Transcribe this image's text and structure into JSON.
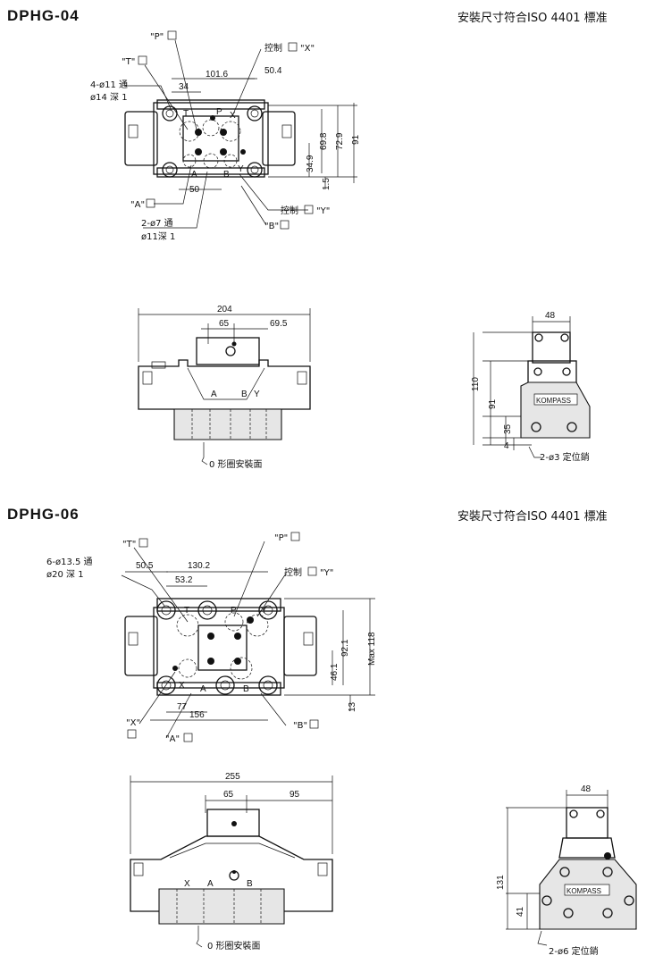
{
  "sections": [
    {
      "title": "DPHG-04",
      "standard": "安裝尺寸符合ISO 4401 標准",
      "top_labels": {
        "p_port": "\"P\"",
        "t_port": "\"T\"",
        "x_control": "控制",
        "x_suffix": "\"X\"",
        "y_control": "控制",
        "y_suffix": "\"Y\"",
        "a_port": "\"A\"",
        "b_port": "\"B\"",
        "holes": "4-ø11 通",
        "counterbore": "ø14 深 1",
        "holes2": "2-ø7 通",
        "counterbore2": "ø11深 1"
      },
      "top_dims": [
        "34",
        "101.6",
        "50.4",
        "69.8",
        "72.9",
        "91",
        "34.9",
        "1.5",
        "50"
      ],
      "port_letters": [
        "T",
        "P",
        "X",
        "A",
        "B",
        "Y"
      ],
      "front_dims": [
        "204",
        "65",
        "69.5"
      ],
      "front_letters": [
        "A",
        "B",
        "Y"
      ],
      "front_note": "0 形圈安裝面",
      "side_dims": [
        "48",
        "110",
        "91",
        "35",
        "4"
      ],
      "side_brand": "KOMPASS",
      "side_note": "2-ø3 定位銷"
    },
    {
      "title": "DPHG-06",
      "standard": "安裝尺寸符合ISO 4401 標准",
      "top_labels": {
        "t_port": "\"T\"",
        "p_port": "\"P\"",
        "y_control": "控制",
        "y_suffix": "\"Y\"",
        "x_port": "\"X\"",
        "a_port": "\"A\"",
        "b_port": "\"B\"",
        "holes": "6-ø13.5 通",
        "counterbore": "ø20 深 1"
      },
      "top_dims": [
        "50.5",
        "130.2",
        "53.2",
        "92.1",
        "Max 118",
        "46.1",
        "13",
        "77",
        "156"
      ],
      "port_letters": [
        "T",
        "P",
        "Y",
        "X",
        "A",
        "B"
      ],
      "front_dims": [
        "255",
        "65",
        "95"
      ],
      "front_letters": [
        "X",
        "A",
        "B"
      ],
      "front_note": "0 形圈安裝面",
      "side_dims": [
        "48",
        "131",
        "41"
      ],
      "side_brand": "KOMPASS",
      "side_note": "2-ø6 定位銷"
    }
  ]
}
